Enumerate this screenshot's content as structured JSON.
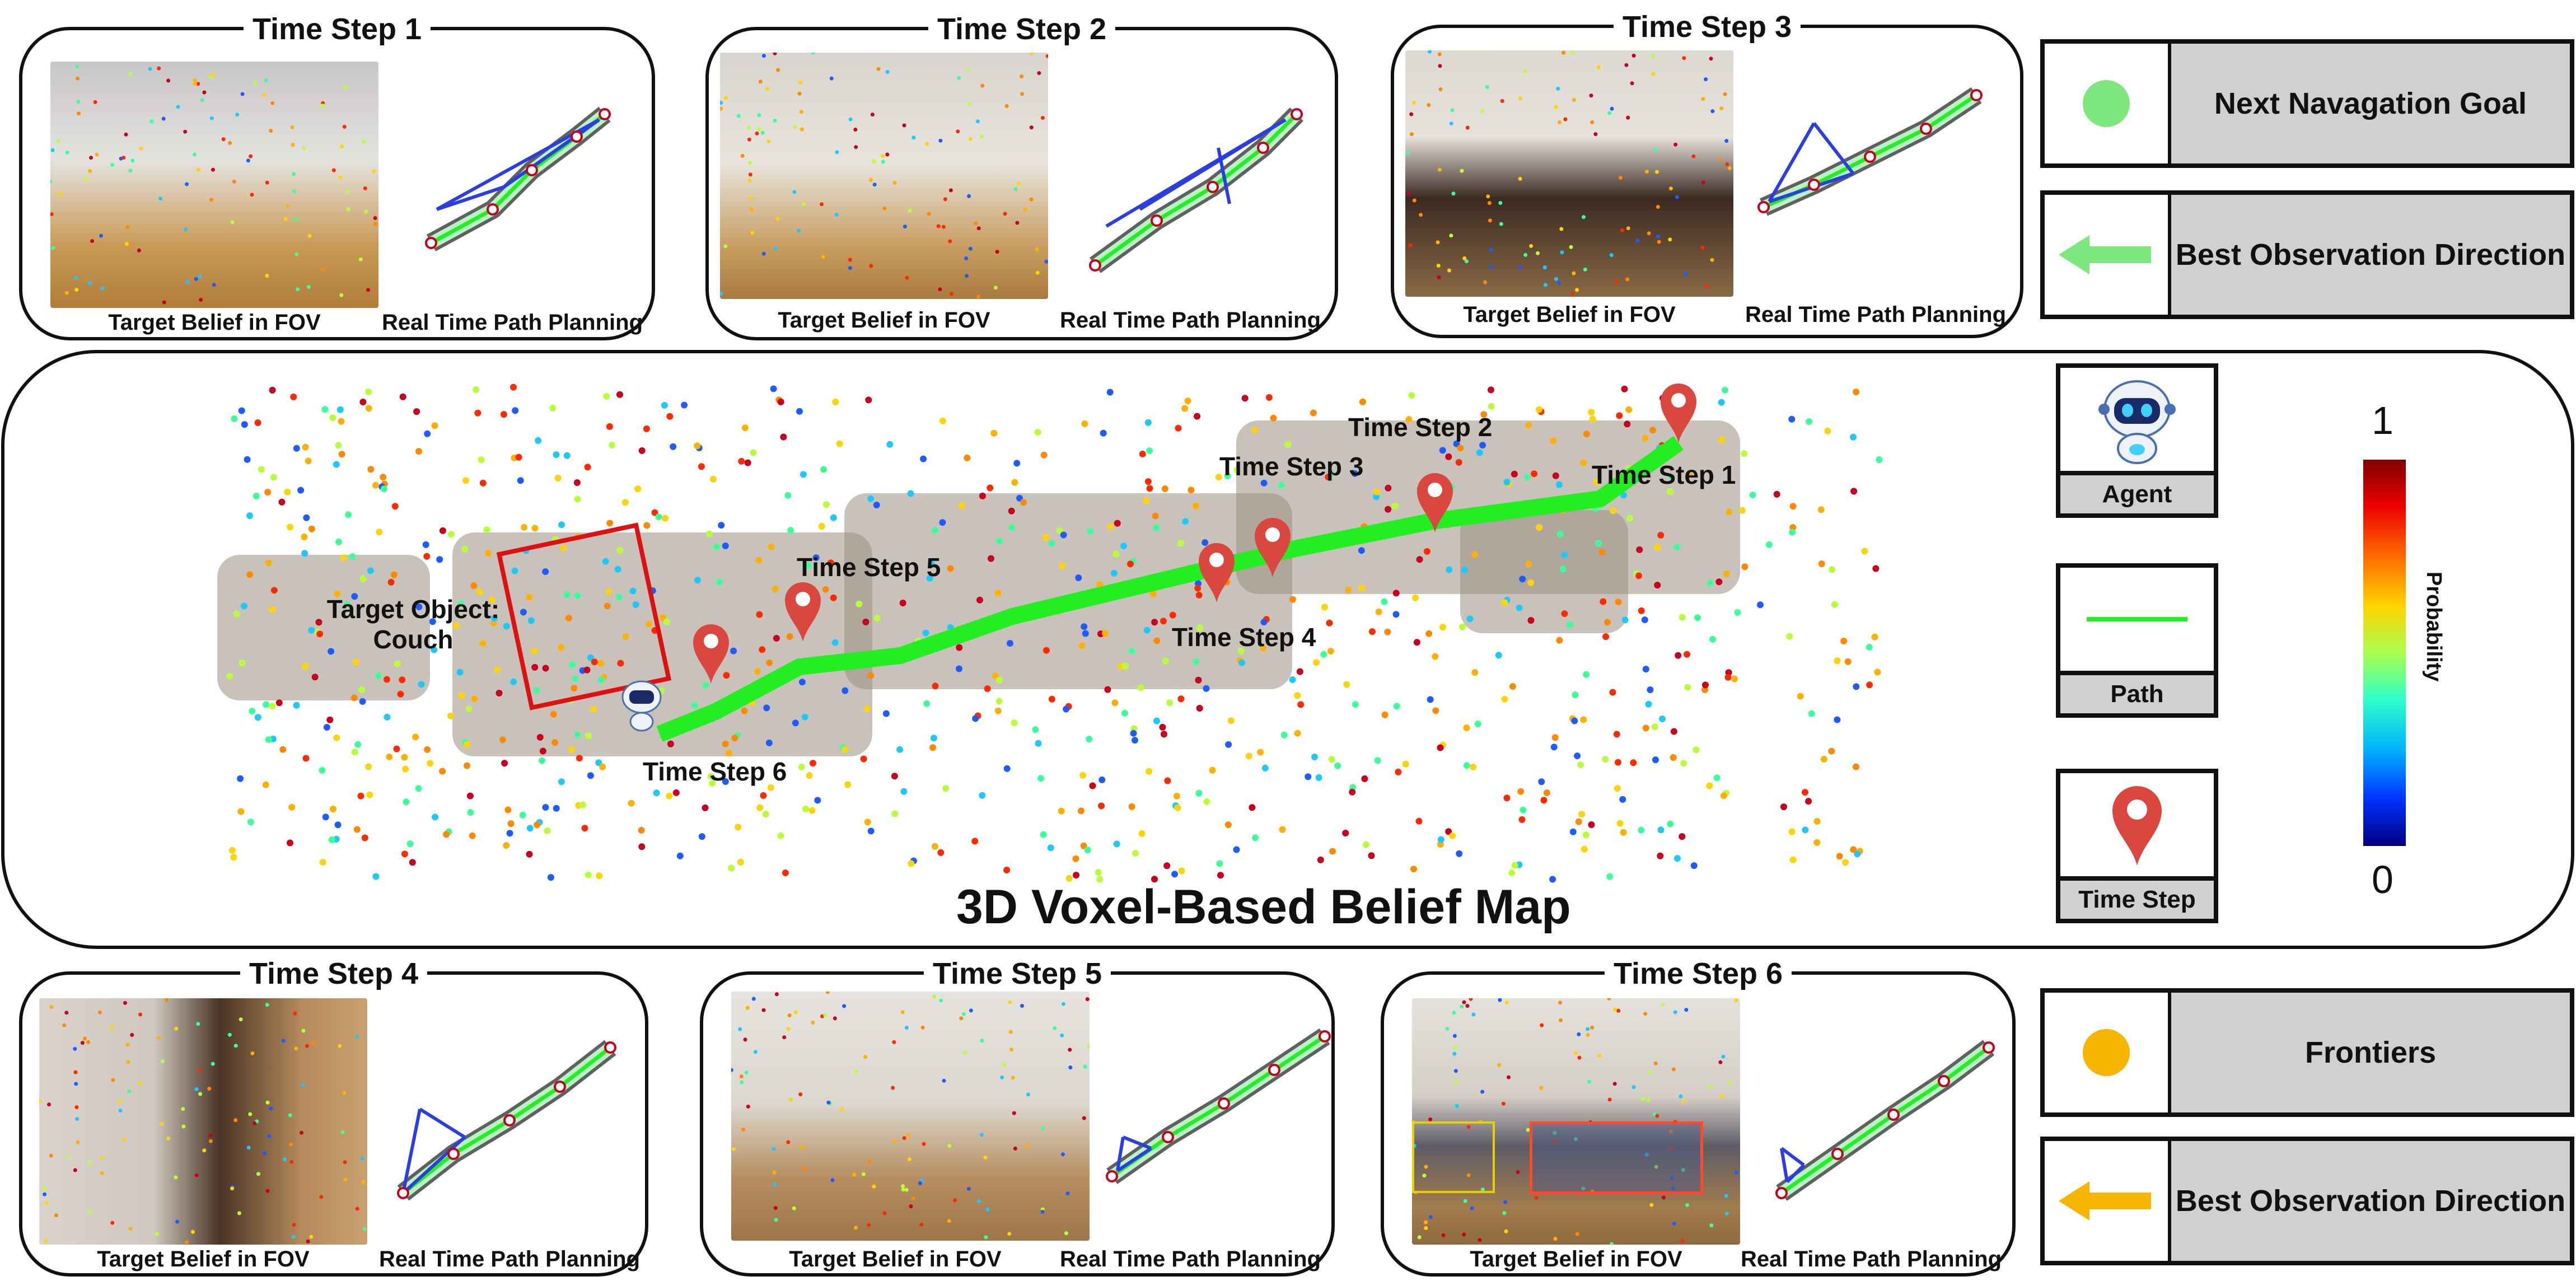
{
  "time_steps": [
    {
      "title": "Time Step 1",
      "left_caption": "Target Belief in FOV",
      "right_caption": "Real Time Path Planning"
    },
    {
      "title": "Time Step 2",
      "left_caption": "Target Belief in FOV",
      "right_caption": "Real Time Path Planning"
    },
    {
      "title": "Time Step 3",
      "left_caption": "Target Belief in FOV",
      "right_caption": "Real Time Path Planning"
    },
    {
      "title": "Time Step 4",
      "left_caption": "Target Belief in FOV",
      "right_caption": "Real Time Path Planning"
    },
    {
      "title": "Time Step 5",
      "left_caption": "Target Belief in FOV",
      "right_caption": "Real Time Path Planning"
    },
    {
      "title": "Time Step 6",
      "left_caption": "Target Belief in FOV",
      "right_caption": "Real Time Path Planning"
    }
  ],
  "legend_top": [
    {
      "label": "Next Navagation Goal",
      "icon": "green-dot-icon",
      "color": "#7ee87e"
    },
    {
      "label": "Best Observation Direction",
      "icon": "green-arrow-icon",
      "color": "#7ee87e"
    }
  ],
  "legend_bottom": [
    {
      "label": "Frontiers",
      "icon": "yellow-dot-icon",
      "color": "#f7b500"
    },
    {
      "label": "Best Observation Direction",
      "icon": "yellow-arrow-icon",
      "color": "#f7b500"
    }
  ],
  "map": {
    "title": "3D Voxel-Based Belief Map",
    "target_label_line1": "Target Object:",
    "target_label_line2": "Couch",
    "step_labels": [
      "Time Step 1",
      "Time Step 2",
      "Time Step 3",
      "Time Step 4",
      "Time Step 5",
      "Time Step 6"
    ],
    "path_color": "#22ee22",
    "target_box_color": "#dd1111"
  },
  "side_legend": {
    "agent_label": "Agent",
    "path_label": "Path",
    "time_step_label": "Time Step"
  },
  "colorbar": {
    "label": "Probability",
    "max_label": "1",
    "min_label": "0"
  }
}
